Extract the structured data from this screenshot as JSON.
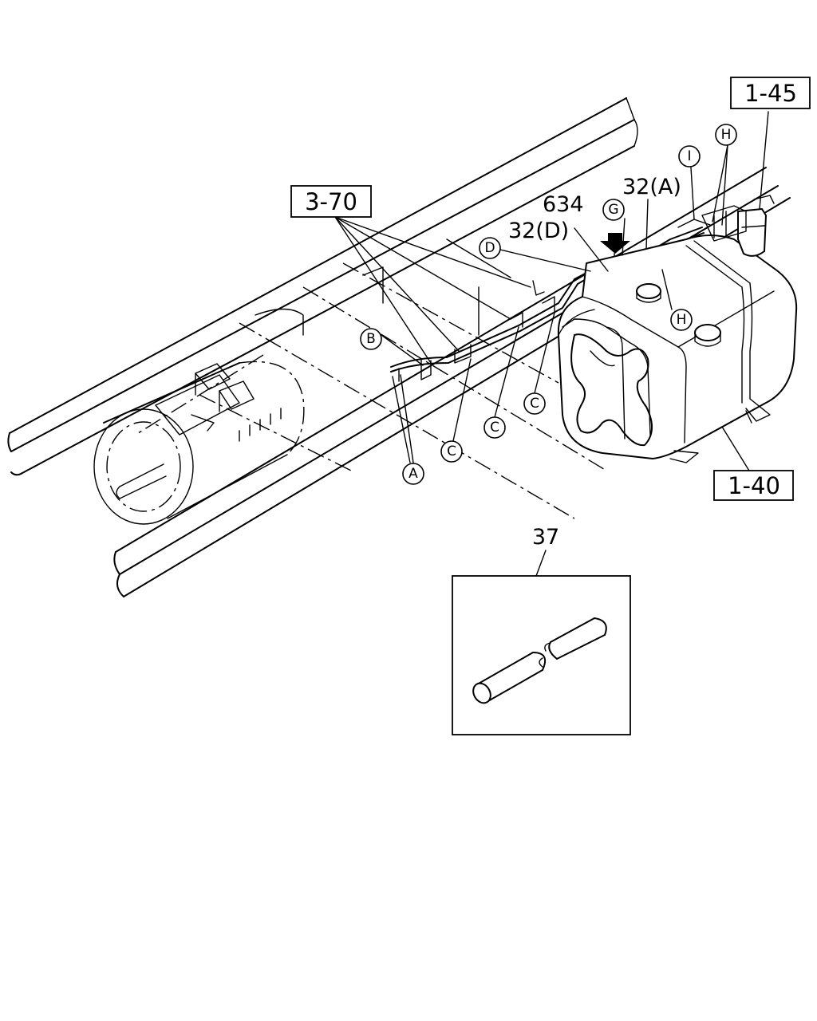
{
  "reference_boxes": {
    "ref_3_70": "3-70",
    "ref_1_45": "1-45",
    "ref_1_40": "1-40"
  },
  "part_numbers": {
    "p634": "634",
    "p32a": "32(A)",
    "p32d": "32(D)",
    "p37": "37"
  },
  "circle_labels": {
    "A": "A",
    "B": "B",
    "C1": "C",
    "C2": "C",
    "C3": "C",
    "D": "D",
    "G": "G",
    "H1": "H",
    "H2": "H",
    "I": "I"
  }
}
